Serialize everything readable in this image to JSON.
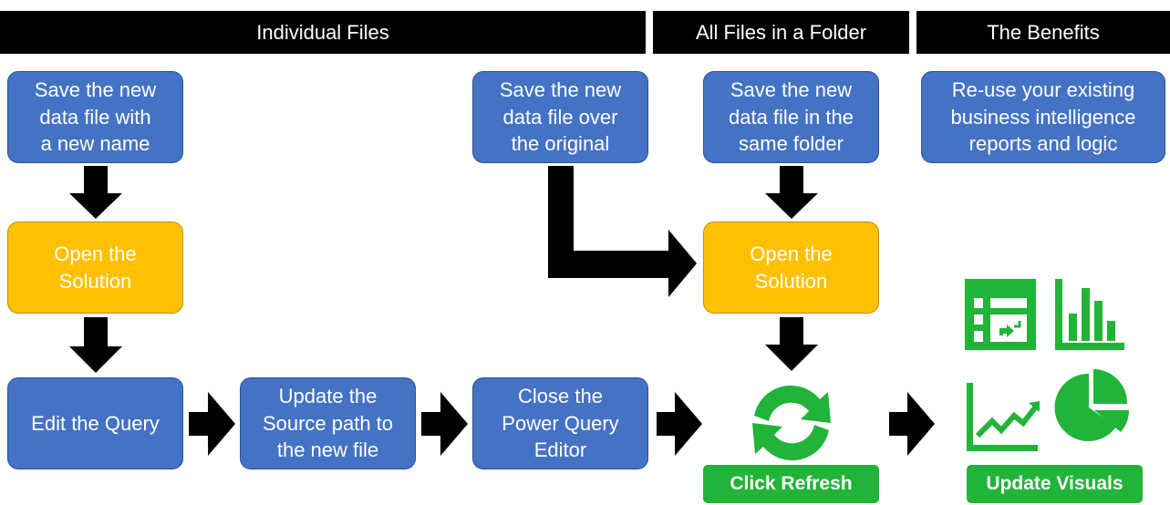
{
  "headers": {
    "individual": "Individual Files",
    "folder": "All Files in a Folder",
    "benefits": "The Benefits"
  },
  "boxes": {
    "save_new_name": "Save the new\ndata file with\na new name",
    "save_over_original": "Save the new\ndata file over\nthe original",
    "save_same_folder": "Save the new\ndata file in the\nsame folder",
    "reuse_reports": "Re-use your existing\nbusiness intelligence\nreports and logic",
    "open_solution_left": "Open the\nSolution",
    "open_solution_right": "Open the\nSolution",
    "edit_query": "Edit the Query",
    "update_source": "Update the\nSource path to\nthe new file",
    "close_editor": "Close the\nPower Query\nEditor"
  },
  "labels": {
    "click_refresh": "Click Refresh",
    "update_visuals": "Update Visuals"
  },
  "colors": {
    "header": "#000000",
    "blue_box": "#4472c4",
    "yellow_box": "#ffc000",
    "green": "#22b339",
    "arrow": "#000000"
  },
  "icons": [
    "refresh-icon",
    "table-refresh-icon",
    "bar-chart-icon",
    "line-chart-icon",
    "pie-chart-icon"
  ]
}
